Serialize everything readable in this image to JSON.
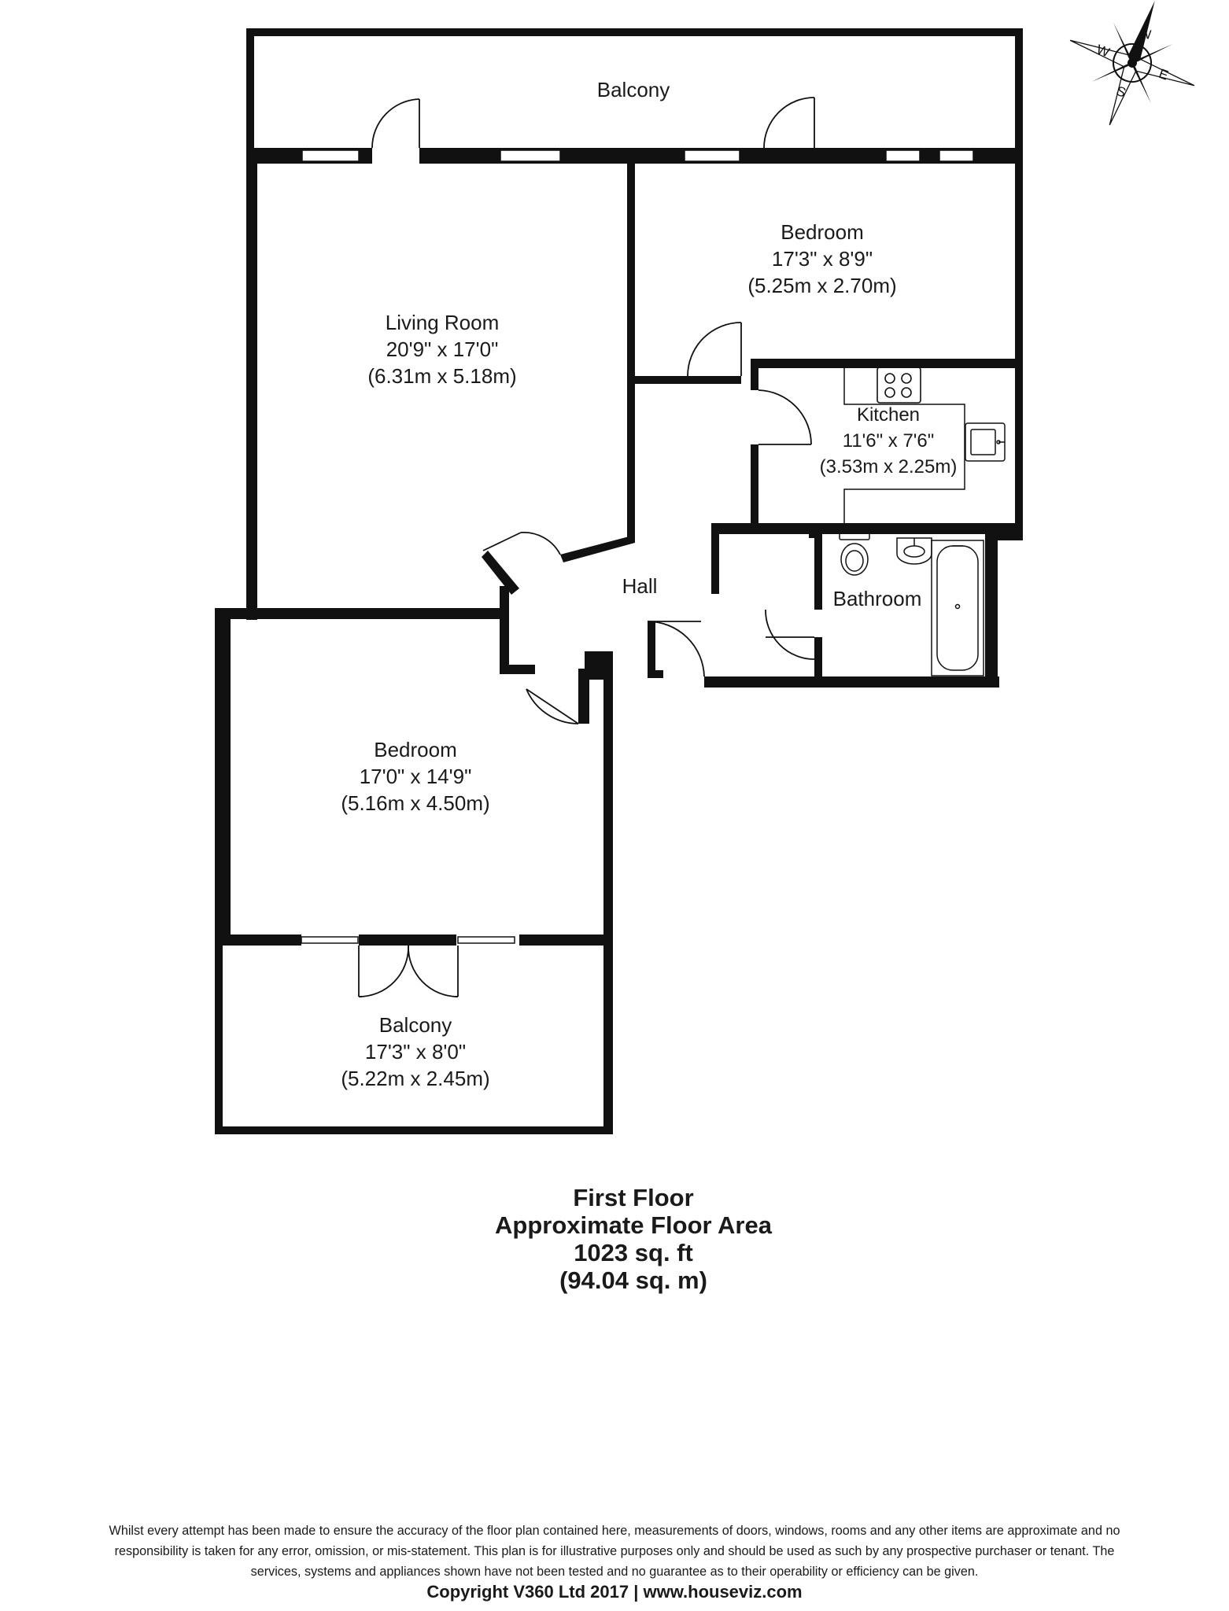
{
  "compass": {
    "icon": "compass-rose-icon",
    "n": "N",
    "e": "E",
    "s": "S",
    "w": "W"
  },
  "rooms": {
    "balcony_top": {
      "name": "Balcony"
    },
    "living_room": {
      "name": "Living Room",
      "imperial": "20'9\" x 17'0\"",
      "metric": "(6.31m x 5.18m)"
    },
    "bedroom_1": {
      "name": "Bedroom",
      "imperial": "17'3\" x 8'9\"",
      "metric": "(5.25m x 2.70m)"
    },
    "kitchen": {
      "name": "Kitchen",
      "imperial": "11'6\" x 7'6\"",
      "metric": "(3.53m x 2.25m)"
    },
    "hall": {
      "name": "Hall"
    },
    "bathroom": {
      "name": "Bathroom"
    },
    "bedroom_2": {
      "name": "Bedroom",
      "imperial": "17'0\" x 14'9\"",
      "metric": "(5.16m x 4.50m)"
    },
    "balcony_bottom": {
      "name": "Balcony",
      "imperial": "17'3\" x 8'0\"",
      "metric": "(5.22m x 2.45m)"
    }
  },
  "floor_area": {
    "floor": "First Floor",
    "label": "Approximate Floor Area",
    "imperial": "1023 sq. ft",
    "metric": "(94.04 sq. m)"
  },
  "disclaimer": {
    "line1": "Whilst every attempt has been made to ensure the accuracy of the floor plan contained here, measurements of doors, windows, rooms and any other items are approximate and no",
    "line2": "responsibility is taken for any error, omission, or mis-statement. This plan is for illustrative purposes only and should be used as such by any prospective purchaser or tenant. The",
    "line3": "services, systems and appliances shown have not been tested and no guarantee as to their operability or efficiency can be given.",
    "copyright": "Copyright V360 Ltd 2017 | www.houseviz.com"
  },
  "colors": {
    "wall": "#111111",
    "window": "#ffffff",
    "ink": "#1a1a1a"
  }
}
